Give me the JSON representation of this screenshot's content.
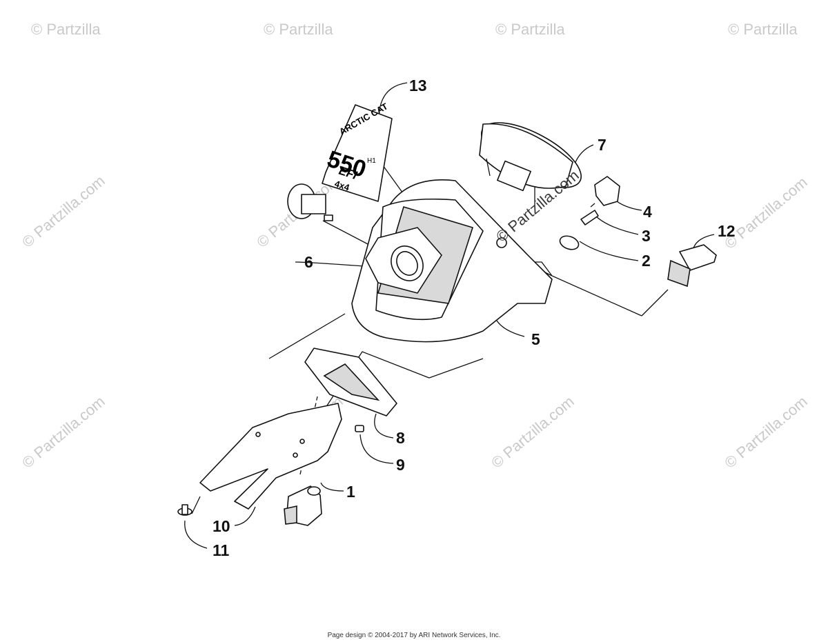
{
  "watermark": {
    "text": "© Partzilla.com",
    "text_faint": "© Partzilla"
  },
  "decal": {
    "brand": "ARCTIC CAT",
    "model": "550",
    "model_suffix": "H1",
    "variant": "EFI",
    "drive": "4x4"
  },
  "callouts": [
    "1",
    "2",
    "3",
    "4",
    "5",
    "6",
    "7",
    "8",
    "9",
    "10",
    "11",
    "12",
    "13"
  ],
  "footer": "Page design © 2004-2017 by ARI Network Services, Inc."
}
